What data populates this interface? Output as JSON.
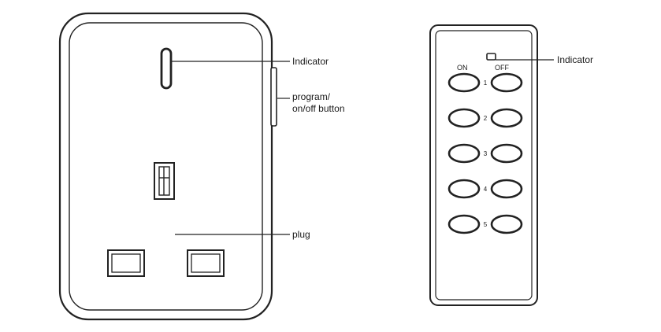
{
  "colors": {
    "stroke": "#222222",
    "fill": "#ffffff",
    "text": "#1a1a1a"
  },
  "plug_unit": {
    "labels": {
      "indicator": "Indicator",
      "program_line1": "program/",
      "program_line2": "on/off button",
      "plug": "plug"
    }
  },
  "remote": {
    "labels": {
      "indicator": "Indicator",
      "on": "ON",
      "off": "OFF"
    },
    "channels": [
      "1",
      "2",
      "3",
      "4",
      "5"
    ]
  }
}
